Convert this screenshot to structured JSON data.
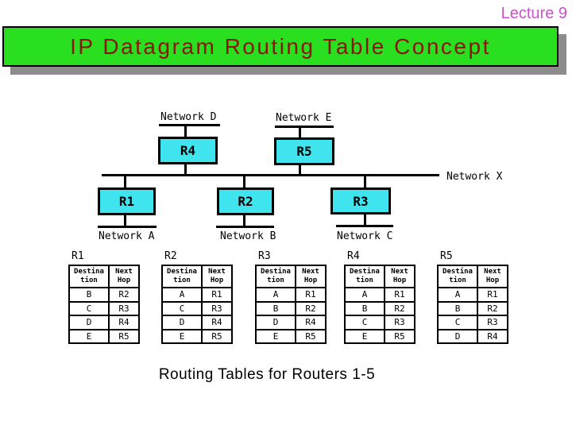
{
  "header": {
    "lecture_label": "Lecture 9",
    "lecture_color": "#cc4fcc",
    "title": "IP Datagram Routing Table Concept",
    "title_bg": "#2adf1f",
    "title_text_color": "#8b1508",
    "shadow_color": "#8c8c8c"
  },
  "diagram": {
    "router_fill": "#3fe4ee",
    "line_color": "#000000",
    "network_d": "Network D",
    "network_e": "Network E",
    "network_x": "Network X",
    "network_a": "Network A",
    "network_b": "Network B",
    "network_c": "Network C",
    "router_r1": "R1",
    "router_r2": "R2",
    "router_r3": "R3",
    "router_r4": "R4",
    "router_r5": "R5"
  },
  "routing_tables": {
    "caption": "Routing Tables for Routers 1-5",
    "col_headers": [
      {
        "line1": "Destina",
        "line2": "tion"
      },
      {
        "line1": "Next",
        "line2": "Hop"
      }
    ],
    "tables": [
      {
        "label": "R1",
        "rows": [
          [
            "B",
            "R2"
          ],
          [
            "C",
            "R3"
          ],
          [
            "D",
            "R4"
          ],
          [
            "E",
            "R5"
          ]
        ]
      },
      {
        "label": "R2",
        "rows": [
          [
            "A",
            "R1"
          ],
          [
            "C",
            "R3"
          ],
          [
            "D",
            "R4"
          ],
          [
            "E",
            "R5"
          ]
        ]
      },
      {
        "label": "R3",
        "rows": [
          [
            "A",
            "R1"
          ],
          [
            "B",
            "R2"
          ],
          [
            "D",
            "R4"
          ],
          [
            "E",
            "R5"
          ]
        ]
      },
      {
        "label": "R4",
        "rows": [
          [
            "A",
            "R1"
          ],
          [
            "B",
            "R2"
          ],
          [
            "C",
            "R3"
          ],
          [
            "E",
            "R5"
          ]
        ]
      },
      {
        "label": "R5",
        "rows": [
          [
            "A",
            "R1"
          ],
          [
            "B",
            "R2"
          ],
          [
            "C",
            "R3"
          ],
          [
            "D",
            "R4"
          ]
        ]
      }
    ]
  }
}
